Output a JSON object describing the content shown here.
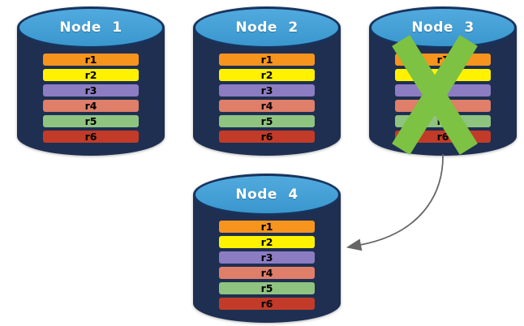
{
  "diagram": {
    "background": "#FFFFFF",
    "nodes": [
      {
        "id": "node-1",
        "label": "Node 1",
        "failed": false,
        "rows": [
          "r1",
          "r2",
          "r3",
          "r4",
          "r5",
          "r6"
        ]
      },
      {
        "id": "node-2",
        "label": "Node 2",
        "failed": false,
        "rows": [
          "r1",
          "r2",
          "r3",
          "r4",
          "r5",
          "r6"
        ]
      },
      {
        "id": "node-3",
        "label": "Node 3",
        "failed": true,
        "rows": [
          "r1",
          "r2",
          "r3",
          "r4",
          "r5",
          "r6"
        ]
      },
      {
        "id": "node-4",
        "label": "Node 4",
        "failed": false,
        "rows": [
          "r1",
          "r2",
          "r3",
          "r4",
          "r5",
          "r6"
        ]
      }
    ],
    "row_colors": {
      "r1": "#F7941E",
      "r2": "#FFF200",
      "r3": "#8C7CC2",
      "r4": "#DF7E69",
      "r5": "#8FC380",
      "r6": "#C23B28"
    },
    "colors": {
      "cylinder_body": "#1E2F52",
      "cylinder_top_fill": "#3DA0DA",
      "cylinder_top_border": "#17345E",
      "node_label_text": "#FFFFFF",
      "row_label_text": "#000000",
      "failure_x": "#7DC242",
      "arrow": "#666666"
    },
    "arrow": {
      "from": "Node 3",
      "to": "Node 4"
    }
  }
}
